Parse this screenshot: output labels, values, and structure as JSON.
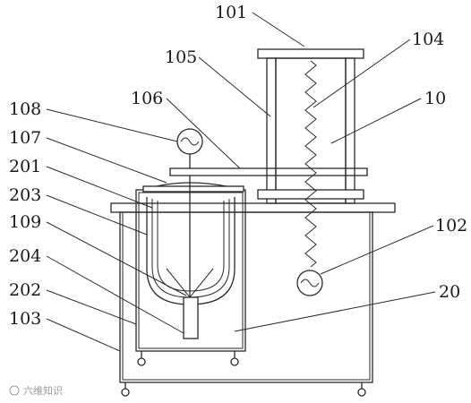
{
  "labels": {
    "l101": "101",
    "l104": "104",
    "l105": "105",
    "l10": "10",
    "l106": "106",
    "l108": "108",
    "l107": "107",
    "l201": "201",
    "l203": "203",
    "l109": "109",
    "l102": "102",
    "l204": "204",
    "l202": "202",
    "l20": "20",
    "l103": "103"
  },
  "watermark": "六维知识"
}
